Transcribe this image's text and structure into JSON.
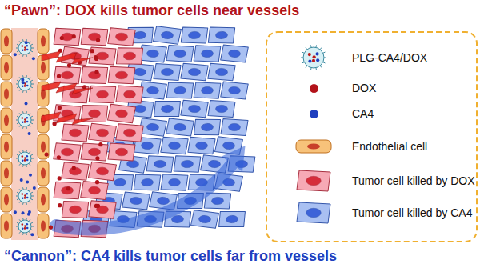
{
  "diagram": {
    "title": "“Pawn”: DOX kills tumor cells near vessels",
    "caption": "“Cannon”: CA4 kills tumor cells far from vessels",
    "legend": [
      {
        "text": "PLG-CA4/DOX"
      },
      {
        "text": "DOX",
        "color": "#b3131a"
      },
      {
        "text": "CA4",
        "color": "#1f3fbf"
      },
      {
        "text": "Endothelial cell"
      },
      {
        "text": "Tumor cell killed by DOX"
      },
      {
        "text": "Tumor cell killed by CA4"
      }
    ]
  }
}
